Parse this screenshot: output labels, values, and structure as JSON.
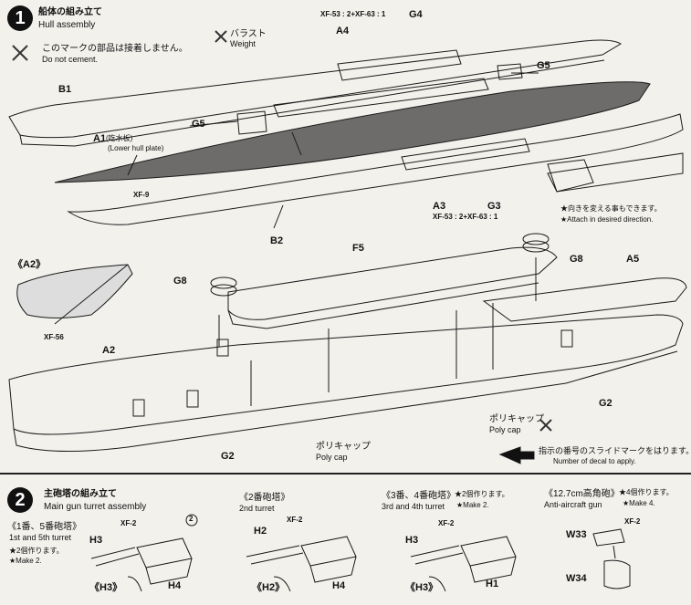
{
  "step1": {
    "number": "1",
    "title_jp": "船体の組み立て",
    "title_en": "Hull assembly",
    "note_nocement_jp": "このマークの部品は接着しません。",
    "note_nocement_en": "Do not cement.",
    "weight_jp": "バラスト",
    "weight_en": "Weight",
    "color_note_g4": "XF-53 : 2+XF-63 : 1",
    "color_note_g3": "XF-53 : 2+XF-63 : 1",
    "xf9": "XF-9",
    "a1_label": "A1",
    "a1_sub": "(吃水板)",
    "a1_sub_en": "(Lower hull plate)",
    "parts": {
      "a4": "A4",
      "g4": "G4",
      "g5a": "G5",
      "g5b": "G5",
      "b1": "B1",
      "a3": "A3",
      "g3": "G3",
      "b2": "B2",
      "f5": "F5",
      "g8a": "G8",
      "g8b": "G8",
      "a5": "A5",
      "a2": "A2",
      "g2a": "G2",
      "g2b": "G2"
    },
    "direction_jp": "★向きを変える事もできます。",
    "direction_en": "★Attach in desired direction.",
    "a2_callout": "《A2》",
    "xf56": "XF-56",
    "polycap_jp": "ポリキャップ",
    "polycap_en": "Poly cap",
    "decal_jp": "指示の番号のスライドマークをはります。",
    "decal_en": "Number of decal to apply."
  },
  "step2": {
    "number": "2",
    "title_jp": "主砲塔の組み立て",
    "title_en": "Main gun turret assembly",
    "t1_jp": "《1番、5番砲塔》",
    "t1_en": "1st and 5th turret",
    "t1_make_jp": "★2個作ります。",
    "t1_make_en": "★Make 2.",
    "t2_jp": "《2番砲塔》",
    "t2_en": "2nd turret",
    "t3_jp": "《3番、4番砲塔》",
    "t3_make_jp": "★2個作ります。",
    "t3_en": "3rd and 4th turret",
    "t3_make_en": "★Make 2.",
    "aa_jp": "《12.7cm高角砲》",
    "aa_make_jp": "★4個作ります。",
    "aa_en": "Anti-aircraft gun",
    "aa_make_en": "★Make 4.",
    "xf2": "XF-2",
    "decal2": "2",
    "parts": {
      "h3a": "H3",
      "h4a": "H4",
      "h3b": "《H3》",
      "h2a": "H2",
      "h4b": "H4",
      "h2b": "《H2》",
      "h3c": "H3",
      "h1": "H1",
      "h3d": "《H3》",
      "w33": "W33",
      "w34": "W34"
    }
  }
}
